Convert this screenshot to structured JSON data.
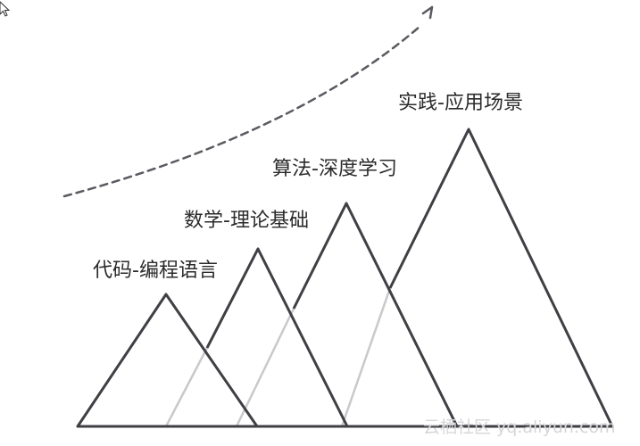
{
  "stages": [
    {
      "label": "代码-编程语言"
    },
    {
      "label": "数学-理论基础"
    },
    {
      "label": "算法-深度学习"
    },
    {
      "label": "实践-应用场景"
    }
  ],
  "watermark": "云栖社区 yq.aliyun.com",
  "icons": {
    "cursor": "mouse-pointer-icon",
    "arrow": "trend-arrow-icon"
  },
  "colors": {
    "outline": "#3f3f44",
    "hidden_edge": "#c9c9cc",
    "dashed_curve": "#5a5a60",
    "watermark": "#d6d6d9"
  }
}
